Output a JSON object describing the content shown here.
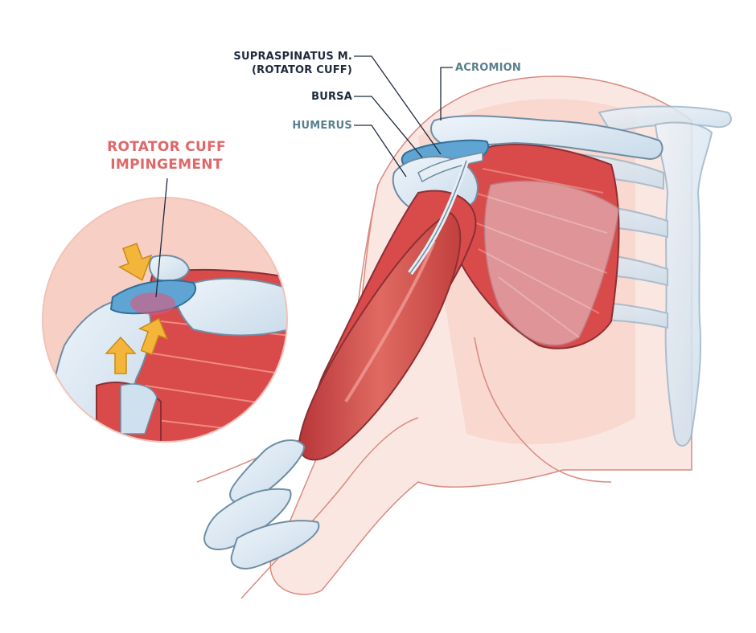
{
  "diagram": {
    "title_line1": "ROTATOR CUFF",
    "title_line2": "IMPINGEMENT",
    "labels": {
      "supraspinatus_line1": "SUPRASPINATUS M.",
      "supraspinatus_line2": "(ROTATOR CUFF)",
      "bursa": "BURSA",
      "humerus": "HUMERUS",
      "acromion": "ACROMION"
    },
    "colors": {
      "title": "#e06767",
      "label_dark": "#1f2a3c",
      "label_teal": "#5a7f8e",
      "muscle": "#d94a4a",
      "muscle_dark": "#b8363a",
      "skin": "#f7d7cf",
      "bone": "#dbe8f3",
      "bursa": "#5fa4d2",
      "arrow": "#f4b63a",
      "outline": "#8b2f35"
    }
  }
}
